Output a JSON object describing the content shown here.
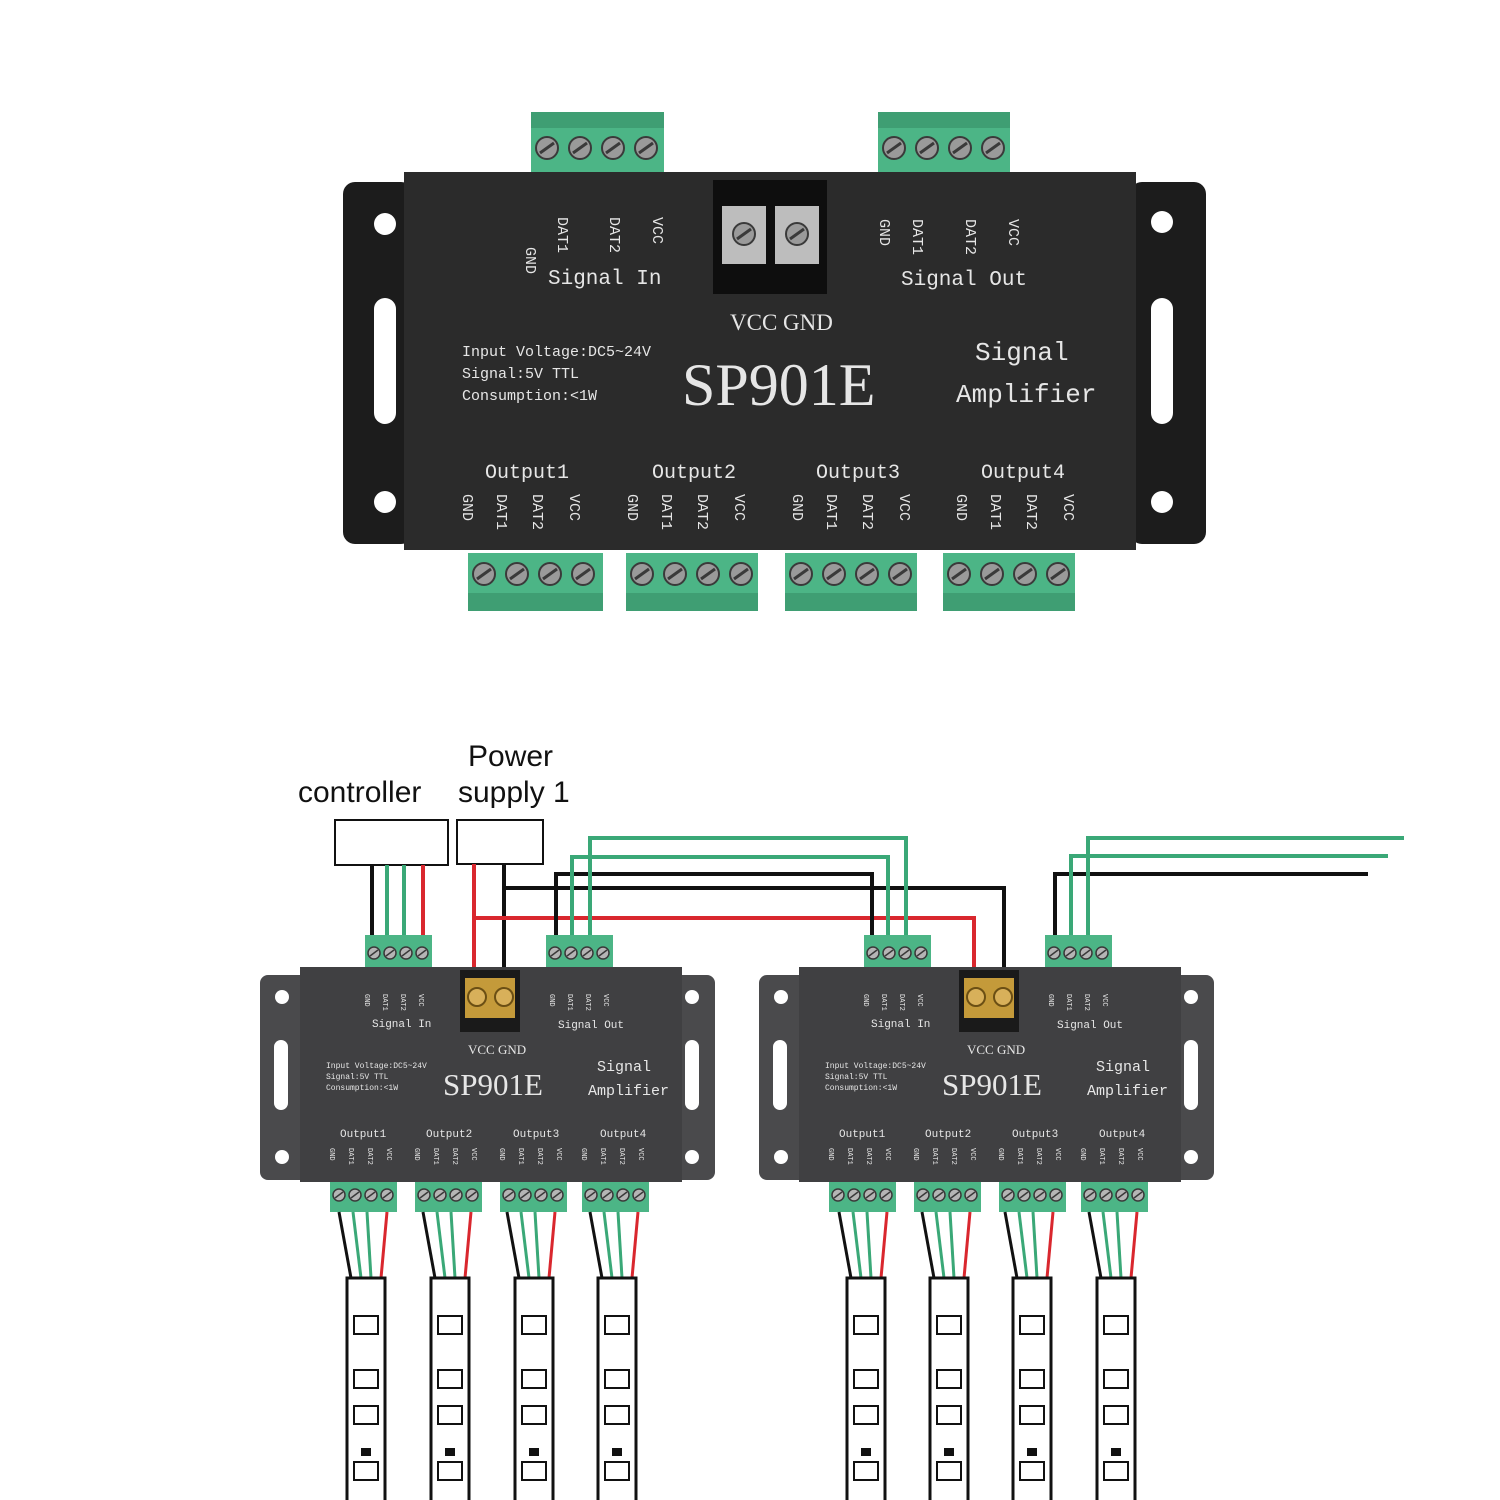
{
  "product": {
    "model": "SP901E",
    "signal_in_label": "Signal  In",
    "signal_out_label": "Signal  Out",
    "power_label": "VCC  GND",
    "spec_input": "Input Voltage:DC5~24V",
    "spec_signal": "Signal:5V TTL",
    "spec_power": "Consumption:<1W",
    "desc_line1": "Signal",
    "desc_line2": "Amplifier",
    "pins": [
      "GND",
      "DAT1",
      "DAT2",
      "VCC"
    ],
    "outputs": [
      "Output1",
      "Output2",
      "Output3",
      "Output4"
    ]
  },
  "diagram": {
    "controller_label": "controller",
    "power_supply_line1": "Power",
    "power_supply_line2": "supply 1"
  },
  "colors": {
    "body": "#2b2b2b",
    "body_small": "#4a4a4c",
    "terminal": "#4cb586",
    "wire_green": "#3aa877",
    "wire_red": "#d9272e",
    "wire_black": "#111111",
    "text": "#e6e6e6"
  }
}
